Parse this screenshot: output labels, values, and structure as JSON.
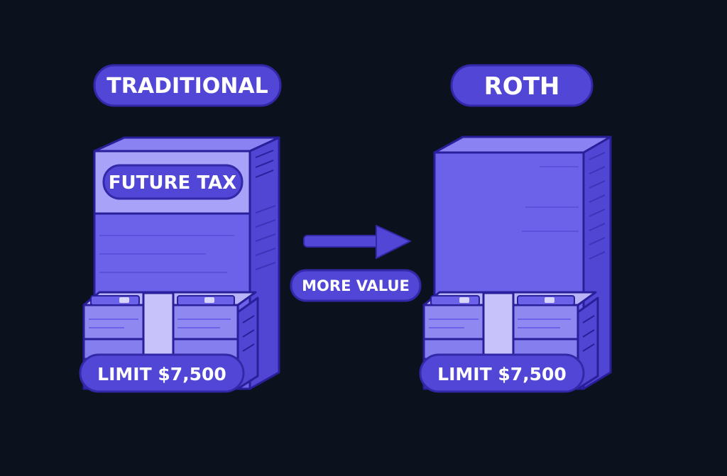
{
  "traditional": {
    "title": "TRADITIONAL",
    "tax_label": "FUTURE TAX",
    "limit_label": "LIMIT $7,500"
  },
  "roth": {
    "title": "ROTH",
    "limit_label": "LIMIT $7,500"
  },
  "arrow": {
    "label": "MORE VALUE"
  },
  "colors": {
    "background": "#0b111d",
    "pill_fill": "#5246d6",
    "pill_border": "#3228a8",
    "outline": "#2a1f9a",
    "column_front": "#6c62ea",
    "column_side": "#5146d4",
    "column_top": "#8a82f2",
    "tax_band": "#a8a3f8",
    "money_front": "#8e88f0",
    "money_band": "#c7c3fa"
  }
}
